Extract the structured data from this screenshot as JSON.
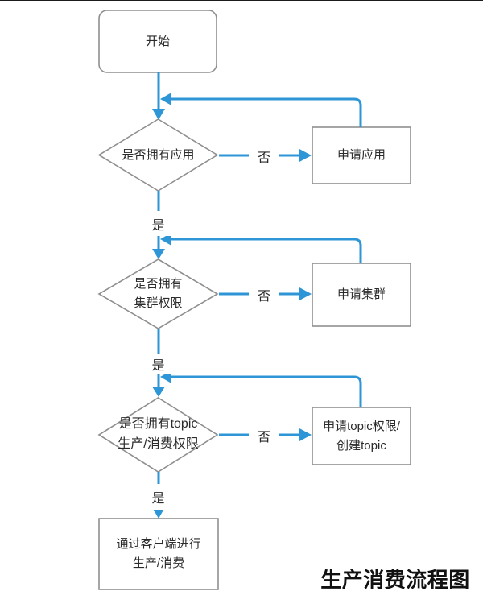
{
  "page": {
    "title": "生产消费流程图"
  },
  "flowchart": {
    "nodes": {
      "start": {
        "label": "开始"
      },
      "check_app": {
        "label": "是否拥有应用"
      },
      "apply_app": {
        "label": "申请应用"
      },
      "check_cluster": {
        "label": "是否拥有\n集群权限"
      },
      "apply_cluster": {
        "label": "申请集群"
      },
      "check_topic": {
        "label": "是否拥有topic\n生产/消费权限"
      },
      "apply_topic": {
        "label": "申请topic权限/\n创建topic"
      },
      "produce_consume": {
        "label": "通过客户端进行\n生产/消费"
      }
    },
    "edge_labels": {
      "yes": "是",
      "no": "否"
    },
    "colors": {
      "arrow": "#2E96D6",
      "shape_border": "#8F8F8F",
      "text": "#2B2B2B",
      "title": "#111111",
      "top_edge": "#1B1B1B",
      "right_edge": "#ABABAB"
    }
  }
}
